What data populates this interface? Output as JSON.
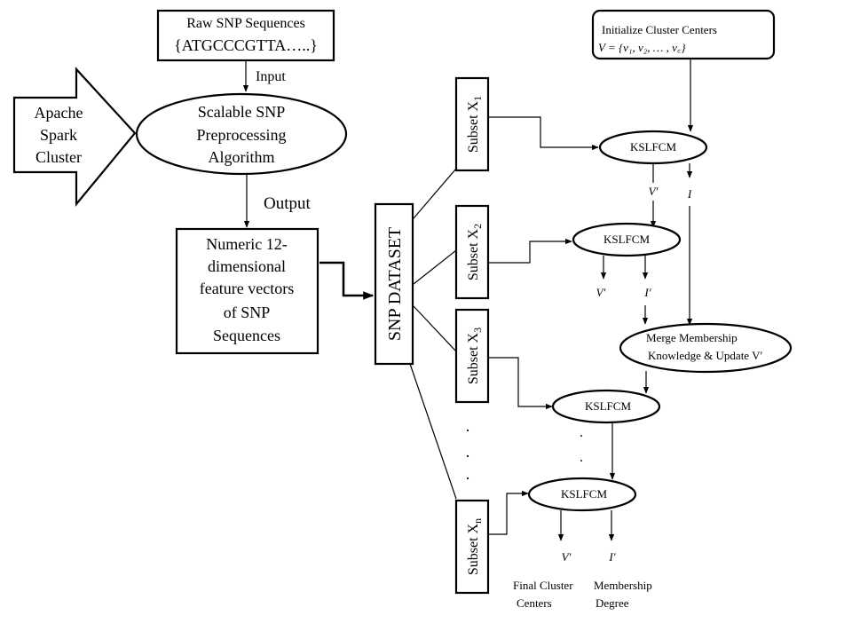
{
  "raw_sequences": {
    "title": "Raw SNP Sequences",
    "sequence": "{ATGCCCGTTA…..}"
  },
  "input_label": "Input",
  "output_label": "Output",
  "apache_spark": [
    "Apache",
    "Spark",
    "Cluster"
  ],
  "preprocessing": [
    "Scalable  SNP",
    "Preprocessing",
    "Algorithm"
  ],
  "feature_vectors": [
    "Numeric 12-",
    "dimensional",
    "feature vectors",
    "of SNP",
    "Sequences"
  ],
  "snp_dataset": "SNP DATASET",
  "subsets": [
    {
      "base": "Subset X",
      "sub": "1"
    },
    {
      "base": "Subset X",
      "sub": "2"
    },
    {
      "base": "Subset X",
      "sub": "3"
    },
    {
      "base": "Subset X",
      "sub": "n"
    }
  ],
  "initialize": {
    "line1": "Initialize  Cluster  Centers",
    "line2": "V = {v₁, v₂, … , v꜀}"
  },
  "kslfcm_label": "KSLFCM",
  "merge": {
    "line1": "Merge Membership",
    "line2": "Knowledge  & Update V′"
  },
  "flow_labels": {
    "v_prime": "V′",
    "i": "I",
    "i_prime": "I′"
  },
  "final": {
    "centers_line1": "Final  Cluster",
    "centers_line2": "Centers",
    "membership_line1": "Membership",
    "membership_line2": "Degree"
  },
  "ellipsis_dot": "."
}
